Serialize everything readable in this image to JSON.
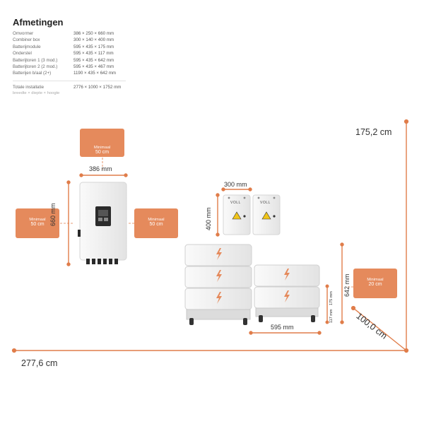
{
  "title": "Afmetingen",
  "specs": [
    {
      "label": "Omvormer",
      "value": "386 × 250 × 660 mm"
    },
    {
      "label": "Combiner box",
      "value": "300 × 140 × 400 mm"
    },
    {
      "label": "Batterijmodule",
      "value": "595 × 435 × 175 mm"
    },
    {
      "label": "Onderstel",
      "value": "595 × 435 × 117 mm"
    },
    {
      "label": "Batterijtoren 1 (3 mod.)",
      "value": "595 × 435 × 642 mm"
    },
    {
      "label": "Batterijtoren 2 (2 mod.)",
      "value": "595 × 435 × 467 mm"
    },
    {
      "label": "Batterijen b/aal (2+)",
      "value": "1190 × 435 × 642 mm"
    }
  ],
  "total": {
    "label": "Totale installatie",
    "value": "2776 × 1000 × 1752 mm"
  },
  "total_note": "breedte × diepte × hoogte",
  "zones": {
    "top": {
      "small": "Minimaal",
      "big": "50 cm"
    },
    "left": {
      "small": "Minimaal",
      "big": "50 cm"
    },
    "right": {
      "small": "Minimaal",
      "big": "50 cm"
    },
    "battery": {
      "small": "Minimaal",
      "big": "20 cm"
    }
  },
  "dims": {
    "inverter_width": "386 mm",
    "inverter_height": "660 mm",
    "box_width": "300 mm",
    "box_height": "400 mm",
    "battery_width": "595 mm",
    "tower_height": "642 mm",
    "module_height": "175 mm",
    "base_height": "117 mm"
  },
  "totals": {
    "height": "175,2 cm",
    "width": "277,6 cm",
    "depth": "100,0 cm"
  },
  "brand": "VOLL",
  "colors": {
    "accent": "#e58a5c",
    "line": "#e07d4a",
    "device": "#eeeeee"
  }
}
